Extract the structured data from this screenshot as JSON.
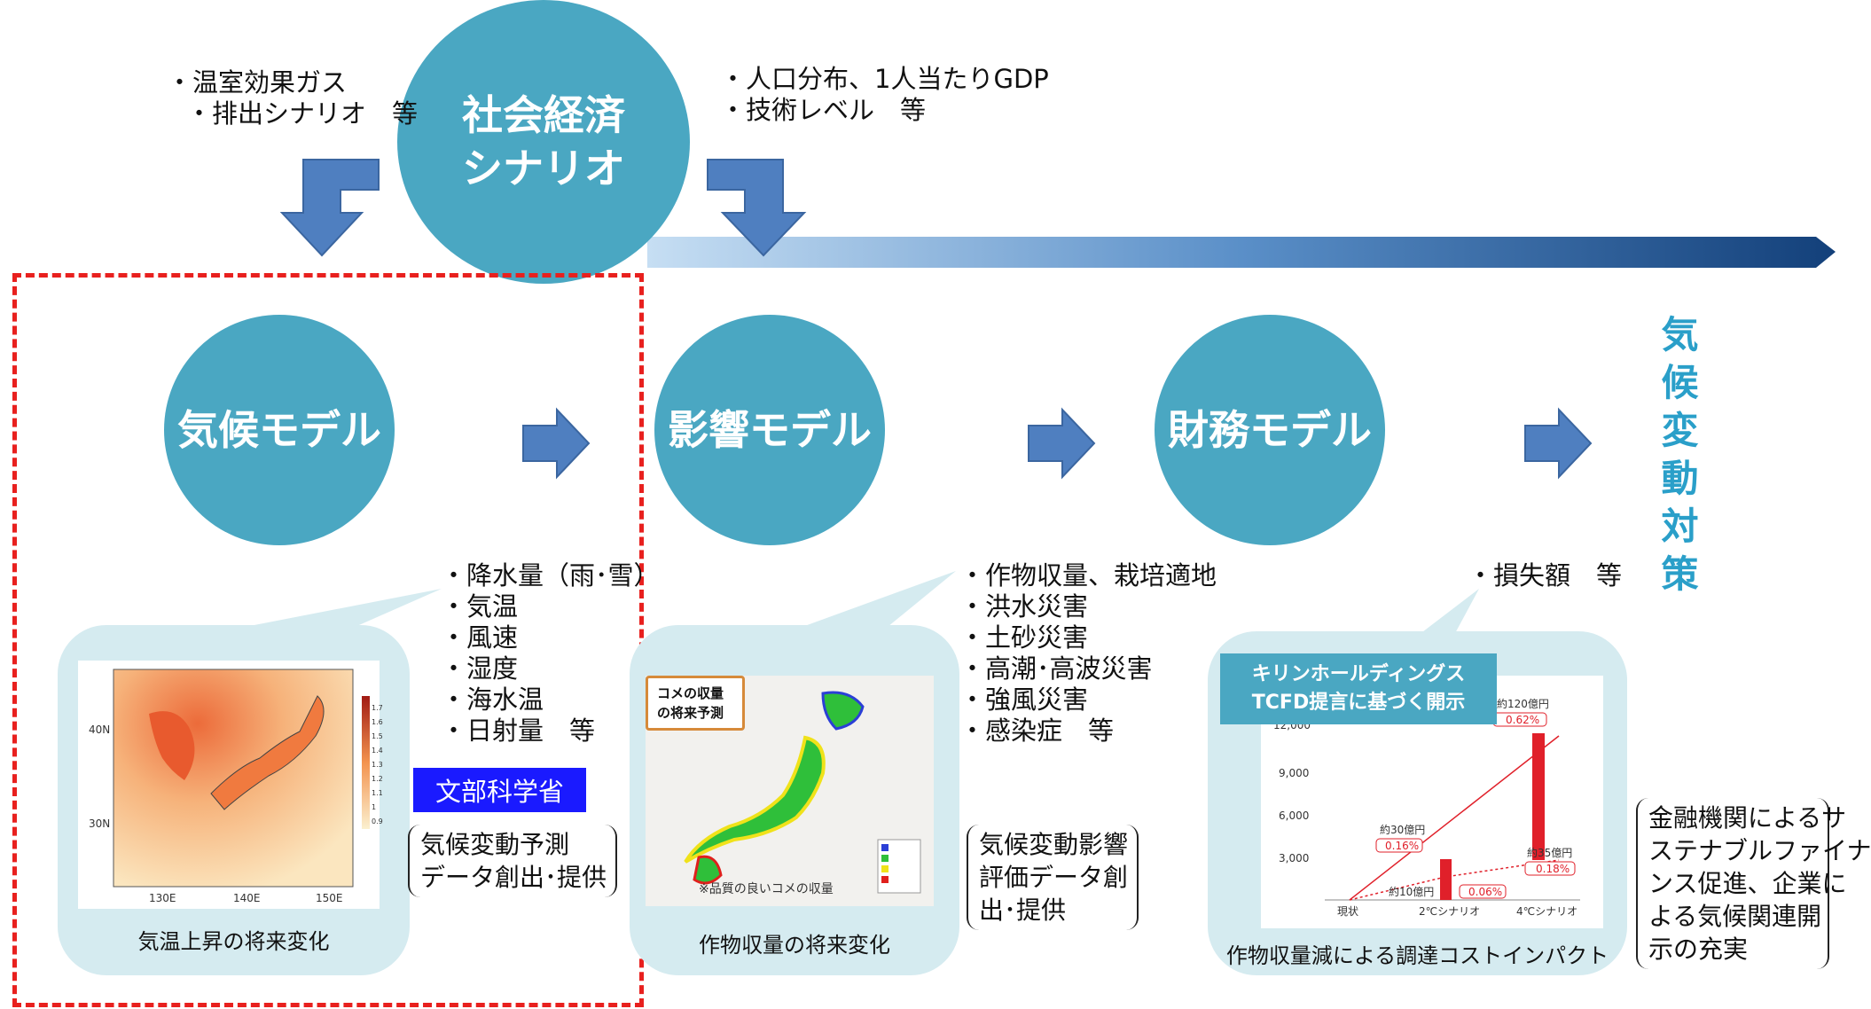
{
  "top": {
    "left_note": [
      "温室効果ガス",
      "排出シナリオ　等"
    ],
    "center_circle": "社会経済\nシナリオ",
    "right_note": [
      "人口分布、1人当たりGDP",
      "技術レベル　等"
    ]
  },
  "models": {
    "climate": "気候モデル",
    "impact": "影響モデル",
    "finance": "財務モデル"
  },
  "goal_vertical": "気候変動対策",
  "climate_outputs": [
    "降水量（雨･雪）",
    "気温",
    "風速",
    "湿度",
    "海水温",
    "日射量　等"
  ],
  "impact_outputs": [
    "作物収量、栽培適地",
    "洪水災害",
    "土砂災害",
    "高潮･高波災害",
    "強風災害",
    "感染症　等"
  ],
  "finance_outputs": [
    "損失額　等"
  ],
  "ministry_badge": "文部科学省",
  "brackets": {
    "climate": [
      "気候変動予測",
      "データ創出･提供"
    ],
    "impact": [
      "気候変動影響",
      "評価データ創",
      "出･提供"
    ],
    "finance": [
      "金融機関によるサ",
      "ステナブルファイナ",
      "ンス促進、企業に",
      "よる気候関連開",
      "示の充実"
    ]
  },
  "captions": {
    "climate": "気温上昇の将来変化",
    "impact": "作物収量の将来変化",
    "finance": "作物収量減による調達コストインパクト"
  },
  "climate_map": {
    "lat_labels": [
      "40N",
      "30N"
    ],
    "lon_labels": [
      "130E",
      "140E",
      "150E"
    ],
    "scale_labels": [
      "1.7",
      "1.6",
      "1.5",
      "1.4",
      "1.3",
      "1.2",
      "1.1",
      "1",
      "0.9"
    ]
  },
  "rice_map": {
    "title": [
      "コメの収量",
      "の将来予測"
    ],
    "note": "※品質の良いコメの収量",
    "legend_colors": [
      "#2b3fd6",
      "#2fbf3a",
      "#f0e21a",
      "#e0201c"
    ]
  },
  "kirin": {
    "banner": [
      "キリンホールディングス",
      "TCFD提言に基づく開示"
    ],
    "y_ticks": [
      "12,000",
      "9,000",
      "6,000",
      "3,000"
    ],
    "x_labels": [
      "現状",
      "2℃シナリオ",
      "4℃シナリオ"
    ],
    "annotations": {
      "a30": "約30億円",
      "a30p": "0.16%",
      "a10": "約10億円",
      "a10p": "0.06%",
      "a120": "約120億円",
      "a120p": "0.62%",
      "a35": "約35億円",
      "a35p": "0.18%"
    },
    "accent": "#e0202a"
  },
  "colors": {
    "circle": "#4aa7c2",
    "panel": "#d5ebf0",
    "arrow": "#4f7fc0",
    "goal": "#2a9fc9",
    "dashed": "#e8201e",
    "badge": "#1a1aff"
  }
}
